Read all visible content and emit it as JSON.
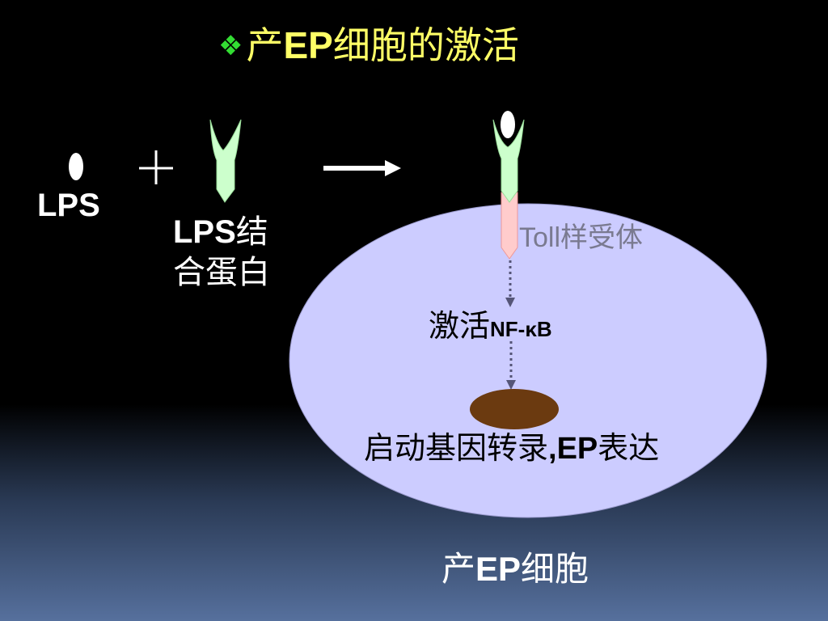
{
  "title": {
    "bullet": "❖",
    "prefix": "产",
    "abbr": "EP",
    "suffix": "细胞的激活"
  },
  "lps": {
    "label": "LPS"
  },
  "plus_sign": "+",
  "lbp": {
    "abbr": "LPS",
    "text1": "结",
    "text2": "合蛋白"
  },
  "toll": {
    "label": "Toll样受体"
  },
  "nfkb": {
    "prefix": "激活",
    "abbr": "NF-κB"
  },
  "transcription": {
    "prefix": "启动基因转录",
    "abbr": ",EP",
    "suffix": "表达"
  },
  "cell": {
    "prefix": "产",
    "abbr": "EP",
    "suffix": "细胞"
  },
  "colors": {
    "title": "#ffff66",
    "bullet": "#33dd33",
    "cell_fill": "#ccccff",
    "receptor_green": "#ccffcc",
    "toll_pink": "#ffcccc",
    "nucleus": "#6b3a10",
    "arrow_dots": "#555577"
  }
}
